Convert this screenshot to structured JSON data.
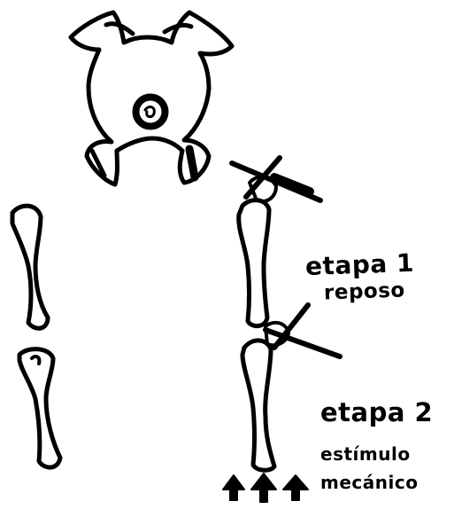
{
  "labels": {
    "stage1_title": "etapa 1",
    "stage1_subtitle": "reposo",
    "stage2_title": "etapa 2",
    "stage2_subtitle_line1": "estímulo",
    "stage2_subtitle_line2": "mecánico"
  },
  "icons": {
    "pelvis": "pelvis-skull-icon",
    "bone": "long-bone-icon",
    "injection": "injection-icon",
    "stimulus": "up-arrow-icon"
  },
  "colors": {
    "ink": "#000000",
    "background": "#ffffff"
  }
}
